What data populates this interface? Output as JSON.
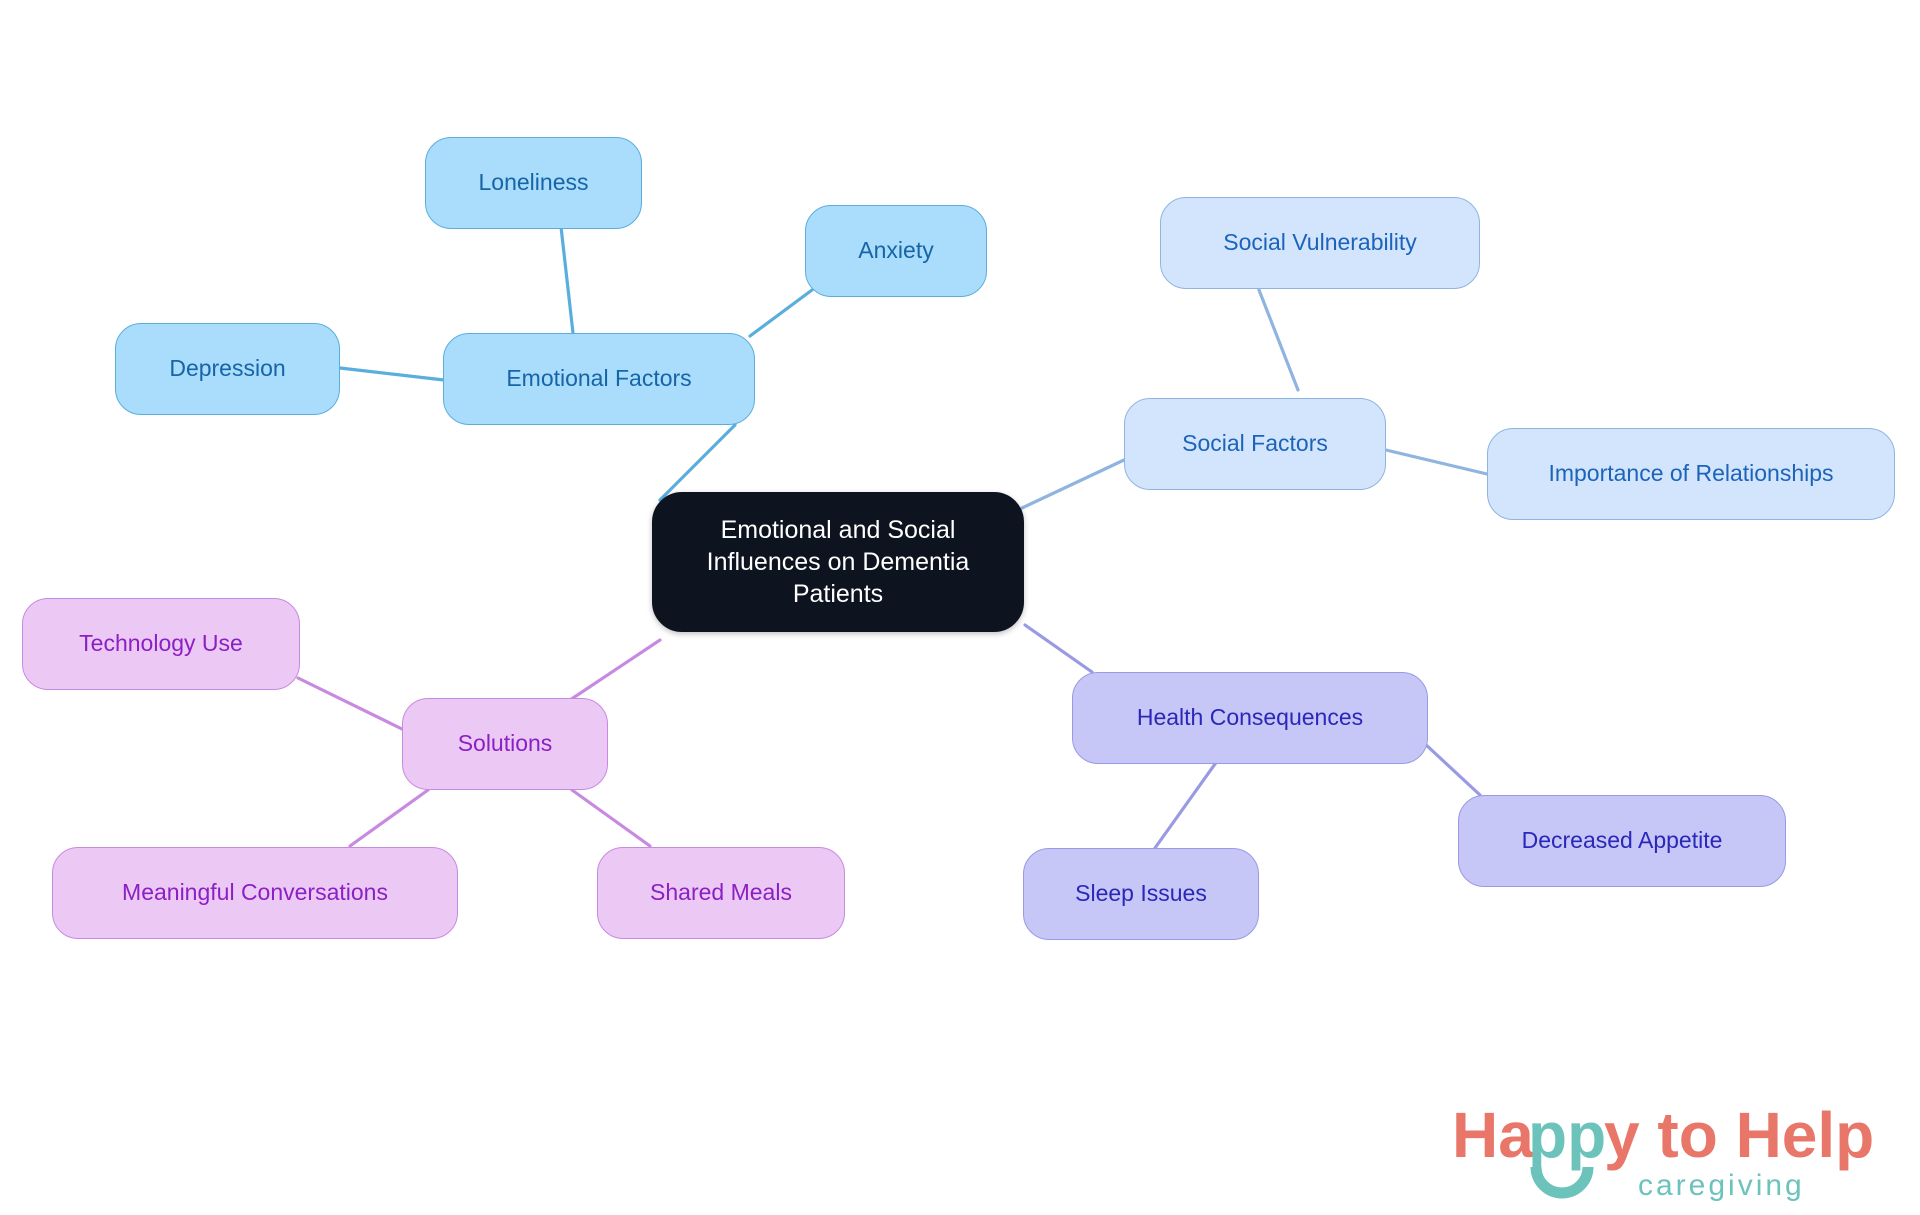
{
  "diagram": {
    "type": "mindmap",
    "title": "Emotional and Social Influences on Dementia Patients",
    "root": {
      "id": "root",
      "label": "Emotional and Social Influences on Dementia Patients",
      "color": "#0d1420",
      "text_color": "#ffffff"
    },
    "branches": [
      {
        "id": "emotional",
        "label": "Emotional Factors",
        "color": "#aadcfb",
        "border_color": "#5aaede",
        "text_color": "#1565a8",
        "children": [
          {
            "id": "depression",
            "label": "Depression"
          },
          {
            "id": "loneliness",
            "label": "Loneliness"
          },
          {
            "id": "anxiety",
            "label": "Anxiety"
          }
        ]
      },
      {
        "id": "social",
        "label": "Social Factors",
        "color": "#d2e5fc",
        "border_color": "#8fb4e0",
        "text_color": "#1c63ba",
        "children": [
          {
            "id": "social-vulnerability",
            "label": "Social Vulnerability"
          },
          {
            "id": "importance-relationships",
            "label": "Importance of Relationships"
          }
        ]
      },
      {
        "id": "health",
        "label": "Health Consequences",
        "color": "#c6c6f7",
        "border_color": "#9a9ae4",
        "text_color": "#2a28b8",
        "children": [
          {
            "id": "decreased-appetite",
            "label": "Decreased Appetite"
          },
          {
            "id": "sleep-issues",
            "label": "Sleep Issues"
          }
        ]
      },
      {
        "id": "solutions",
        "label": "Solutions",
        "color": "#ebc9f4",
        "border_color": "#c88ae0",
        "text_color": "#8b20c4",
        "children": [
          {
            "id": "technology-use",
            "label": "Technology Use"
          },
          {
            "id": "meaningful-conversations",
            "label": "Meaningful Conversations"
          },
          {
            "id": "shared-meals",
            "label": "Shared Meals"
          }
        ]
      }
    ]
  },
  "nodes": {
    "root": "Emotional and Social Influences on Dementia Patients",
    "emotional_factors": "Emotional Factors",
    "depression": "Depression",
    "loneliness": "Loneliness",
    "anxiety": "Anxiety",
    "social_factors": "Social Factors",
    "social_vulnerability": "Social Vulnerability",
    "importance_relationships": "Importance of Relationships",
    "health_consequences": "Health Consequences",
    "decreased_appetite": "Decreased Appetite",
    "sleep_issues": "Sleep Issues",
    "solutions": "Solutions",
    "technology_use": "Technology Use",
    "meaningful_conversations": "Meaningful Conversations",
    "shared_meals": "Shared Meals"
  },
  "logo": {
    "line1_part1": "Ha",
    "line1_part2": "pp",
    "line1_part3": "y to Help",
    "line2": "caregiving",
    "coral": "#E8776A",
    "teal": "#6CC3BB"
  }
}
